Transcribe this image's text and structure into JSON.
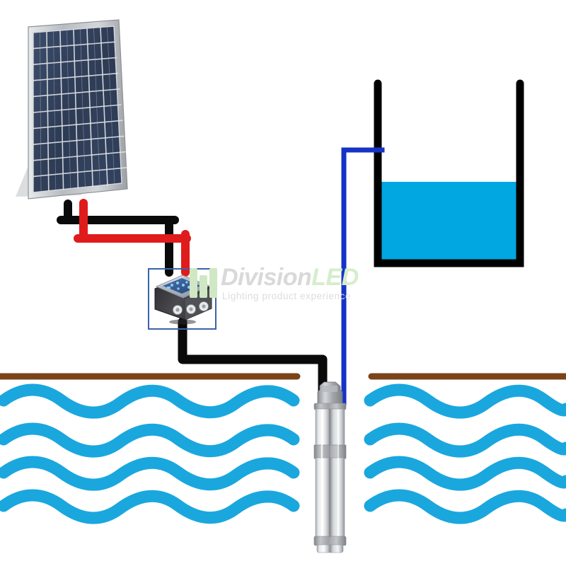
{
  "scene": {
    "title": "Solar powered submersible water pump installation diagram",
    "background_color": "#ffffff"
  },
  "watermark": {
    "brand_first": "Division",
    "brand_second": "LED",
    "tagline": "Lighting product experience",
    "brand_first_color": "#d9d9d9",
    "brand_second_color": "#d6edcb",
    "tagline_color": "#dcdcdc",
    "mark_color": "#cfe8c3"
  },
  "components": {
    "solar_panel": {
      "name": "Polycrystalline solar panel",
      "frame_color": "#b9bdc2",
      "cell_color": "#20304e",
      "cell_columns": 6,
      "cell_rows": 10
    },
    "positive_wire": {
      "name": "Positive DC wire",
      "color": "#e01b1b"
    },
    "negative_wire": {
      "name": "Negative DC wire",
      "color": "#0a0a0a"
    },
    "controller": {
      "name": "Pump controller / inverter box",
      "body_color": "#3b3b3f",
      "lid_color": "#c9ced8",
      "board_color": "#1f4f93",
      "highlight_border_color": "#3a63a8",
      "cable_glands": 3
    },
    "pump_cable": {
      "name": "Pump power cable",
      "color": "#0a0a0a"
    },
    "pump": {
      "name": "Submersible deep well pump",
      "body_color": "#d8dade",
      "band_color": "#9a9ea3"
    },
    "delivery_pipe": {
      "name": "Water delivery pipe",
      "color": "#1633c8"
    },
    "tank": {
      "name": "Water storage tank",
      "outline_color": "#000000",
      "water_color": "#00a7e1",
      "water_level_percent": 56
    },
    "ground": {
      "name": "Ground surface line",
      "color": "#7a4318"
    },
    "groundwater": {
      "name": "Groundwater table",
      "color": "#1aa7de",
      "wave_rows": 4
    }
  }
}
